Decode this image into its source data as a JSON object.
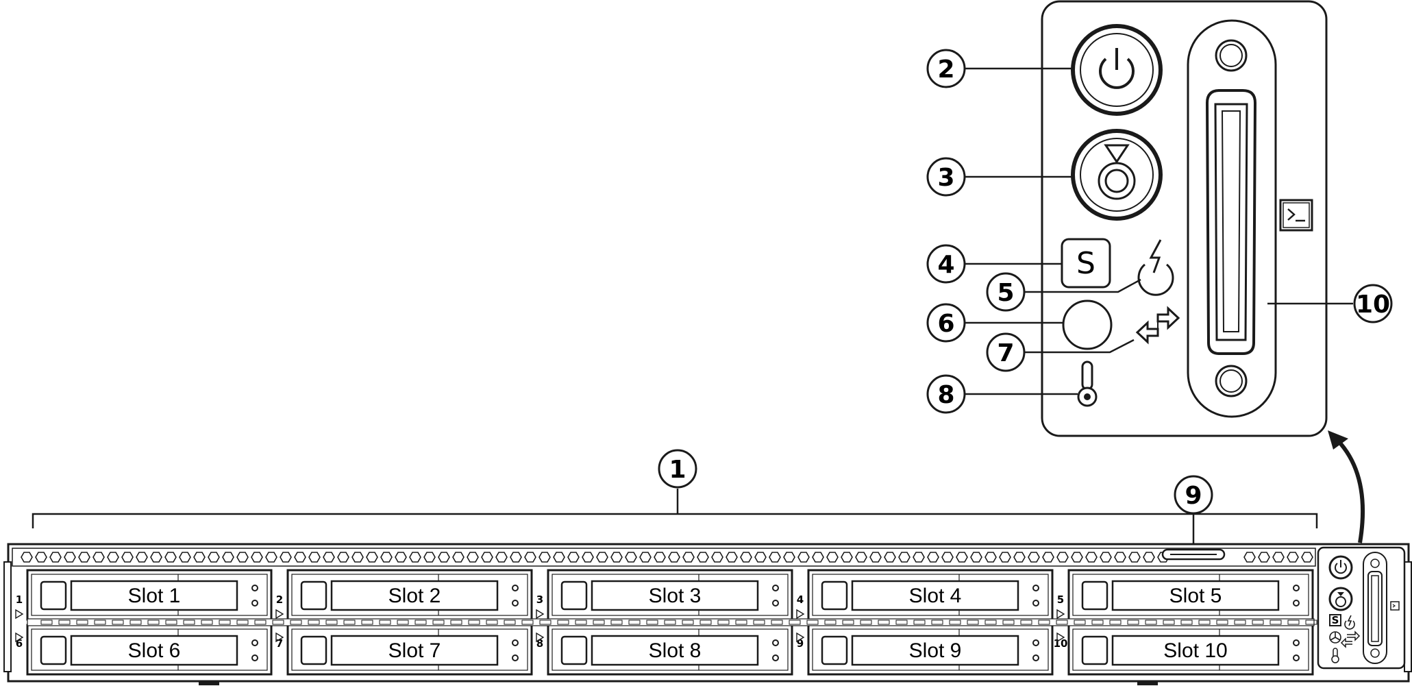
{
  "callouts": [
    "1",
    "2",
    "3",
    "4",
    "5",
    "6",
    "7",
    "8",
    "9",
    "10"
  ],
  "drive_slots": [
    "Slot 1",
    "Slot 2",
    "Slot 3",
    "Slot 4",
    "Slot 5",
    "Slot 6",
    "Slot 7",
    "Slot 8",
    "Slot 9",
    "Slot 10"
  ],
  "bay_numbers": [
    "1",
    "2",
    "3",
    "4",
    "5",
    "6",
    "7",
    "8",
    "9",
    "10"
  ],
  "panel_icons": {
    "service_led": "S"
  },
  "colors": {
    "line": "#1a1a1a",
    "background": "#ffffff"
  }
}
